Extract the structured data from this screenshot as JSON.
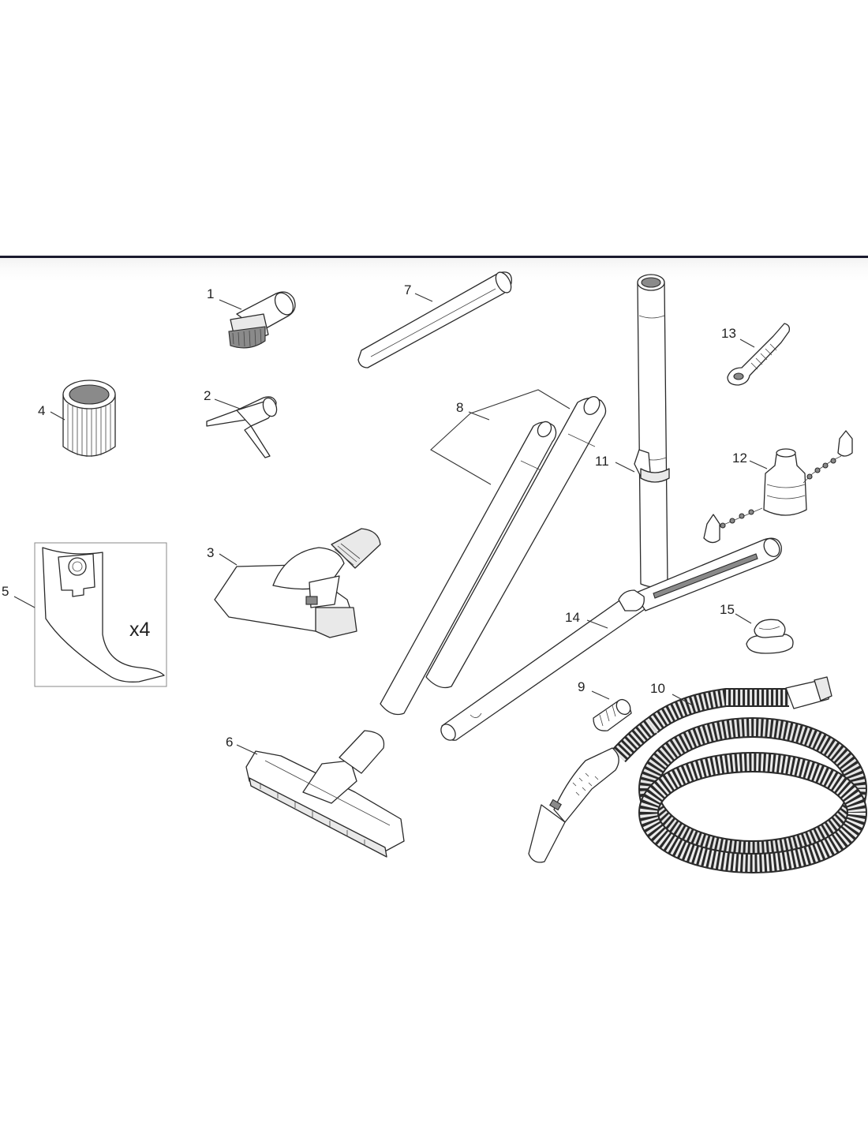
{
  "diagram": {
    "callouts": [
      "1",
      "2",
      "3",
      "4",
      "5",
      "6",
      "7",
      "8",
      "9",
      "10",
      "11",
      "12",
      "13",
      "14",
      "15"
    ],
    "bag_quantity": "x4"
  },
  "colors": {
    "line": "#2a2a2a",
    "rule": "#1a1a2e",
    "background": "#ffffff"
  },
  "icons": [
    "brush-nozzle",
    "upholstery-nozzle",
    "floor-nozzle",
    "cartridge-filter",
    "filter-bag",
    "wet-floor-nozzle",
    "crevice-nozzle",
    "extension-tubes",
    "adapter",
    "suction-hose",
    "hose-clip",
    "antistatic-chain-adapter",
    "drain-hose",
    "telescopic-tube",
    "clip"
  ]
}
